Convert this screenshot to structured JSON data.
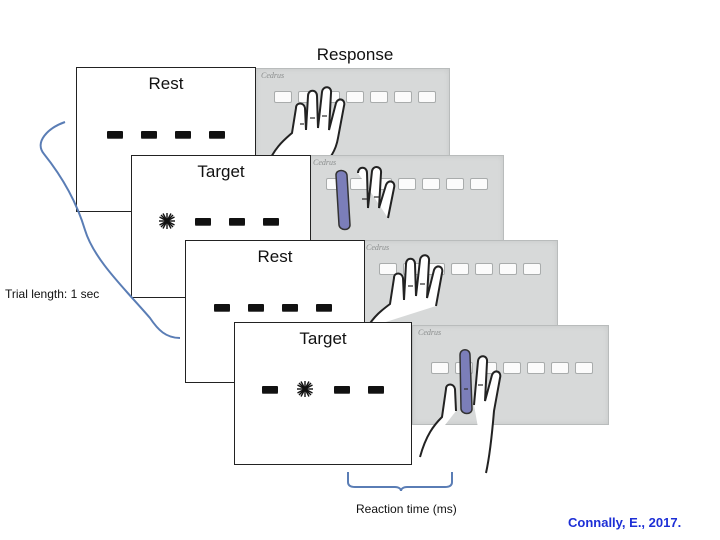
{
  "header": {
    "response_label": "Response"
  },
  "screens": [
    {
      "title": "Rest",
      "active_index": -1
    },
    {
      "title": "Target",
      "active_index": 0
    },
    {
      "title": "Rest",
      "active_index": -1
    },
    {
      "title": "Target",
      "active_index": 1
    }
  ],
  "pads": [
    {
      "brand": "Cedrus",
      "pressed_finger": "none"
    },
    {
      "brand": "Cedrus",
      "pressed_finger": "index"
    },
    {
      "brand": "Cedrus",
      "pressed_finger": "none"
    },
    {
      "brand": "Cedrus",
      "pressed_finger": "middle"
    }
  ],
  "annotations": {
    "trial_length": "Trial length: 1 sec",
    "reaction_time": "Reaction time (ms)"
  },
  "citation": "Connally, E., 2017.",
  "colors": {
    "highlight": "#7b7eb9",
    "accent_text": "#1d2fd6",
    "bracket": "#5a7db5"
  }
}
